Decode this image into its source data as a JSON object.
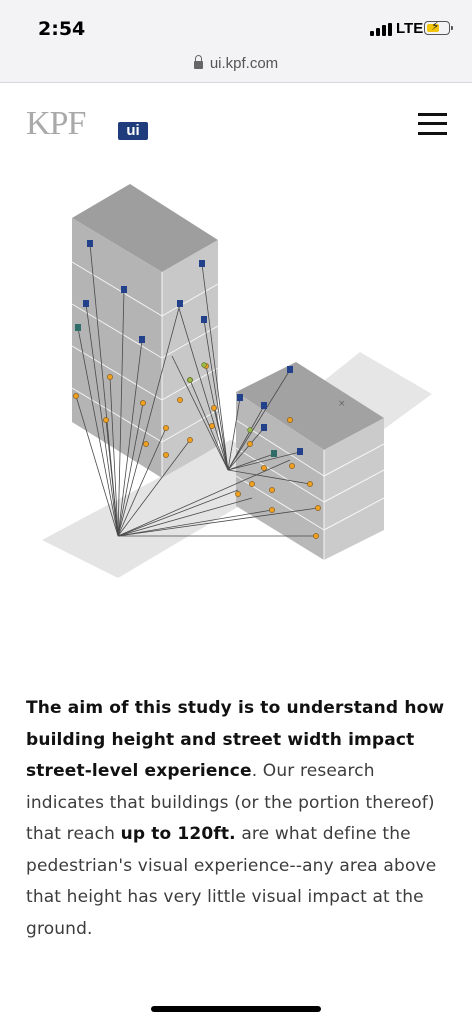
{
  "status_bar": {
    "time": "2:54",
    "network": "LTE"
  },
  "browser": {
    "url": "ui.kpf.com"
  },
  "header": {
    "logo_text": "KPF",
    "logo_badge": "ui"
  },
  "article": {
    "intro_bold": "The aim of this study is to understand how building height and street width impact street-level experience",
    "sentence_start": ". Our research indicates that buildings (or the portion thereof) that reach ",
    "height_bold": "up to 120ft.",
    "sentence_end": " are what define the pedestrian's visual experience--any area above that height has very little visual impact at the ground."
  }
}
